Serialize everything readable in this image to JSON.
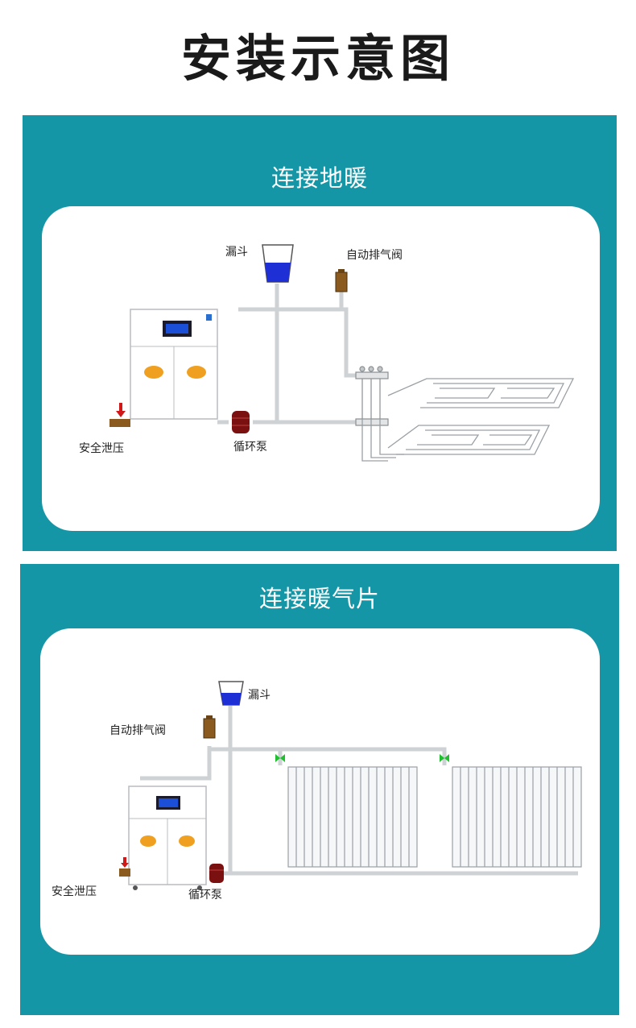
{
  "page_title": "安装示意图",
  "colors": {
    "panel_bg": "#1496a6",
    "pipe": "#d4d6d8",
    "water": "#1f2fd6",
    "valve": "#8a5a1e",
    "pump": "#7a1010",
    "relief_arrow": "#d01818",
    "radiator_valve": "#1fbf2f"
  },
  "sections": [
    {
      "heading": "连接地暖",
      "labels": {
        "funnel": "漏斗",
        "air_vent": "自动排气阀",
        "relief": "安全泄压",
        "pump": "循环泵"
      }
    },
    {
      "heading": "连接暖气片",
      "labels": {
        "funnel": "漏斗",
        "air_vent": "自动排气阀",
        "relief": "安全泄压",
        "pump": "循环泵"
      }
    }
  ]
}
